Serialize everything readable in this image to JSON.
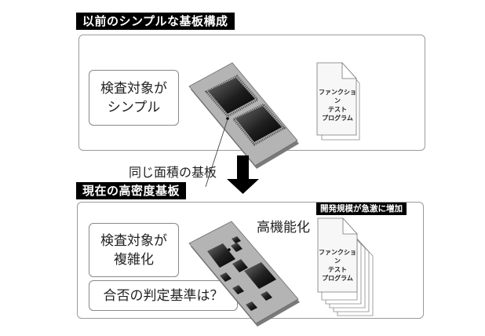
{
  "top_section": {
    "title": "以前のシンプルな基板構成",
    "inspection_box": {
      "line1": "検査対象が",
      "line2": "シンプル"
    },
    "document": {
      "line1": "ファンクション",
      "line2": "テスト",
      "line3": "プログラム",
      "page_count": 2
    },
    "board": {
      "chip_count": 2,
      "chip_type": "qfp-chip"
    }
  },
  "connector_label": "同じ面積の基板",
  "transition_arrow": "down-arrow-icon",
  "bottom_section": {
    "title": "現在の高密度基板",
    "inspection_box": {
      "line1": "検査対象が",
      "line2": "複雑化"
    },
    "criteria_box": "合否の判定基準は？",
    "feature_label": "高機能化",
    "dev_badge": "開発規模が急激に増加",
    "document": {
      "line1": "ファンクション",
      "line2": "テスト",
      "line3": "プログラム",
      "page_count": 6
    },
    "board": {
      "chip_count": 9,
      "chip_type": "bga-chip"
    }
  }
}
